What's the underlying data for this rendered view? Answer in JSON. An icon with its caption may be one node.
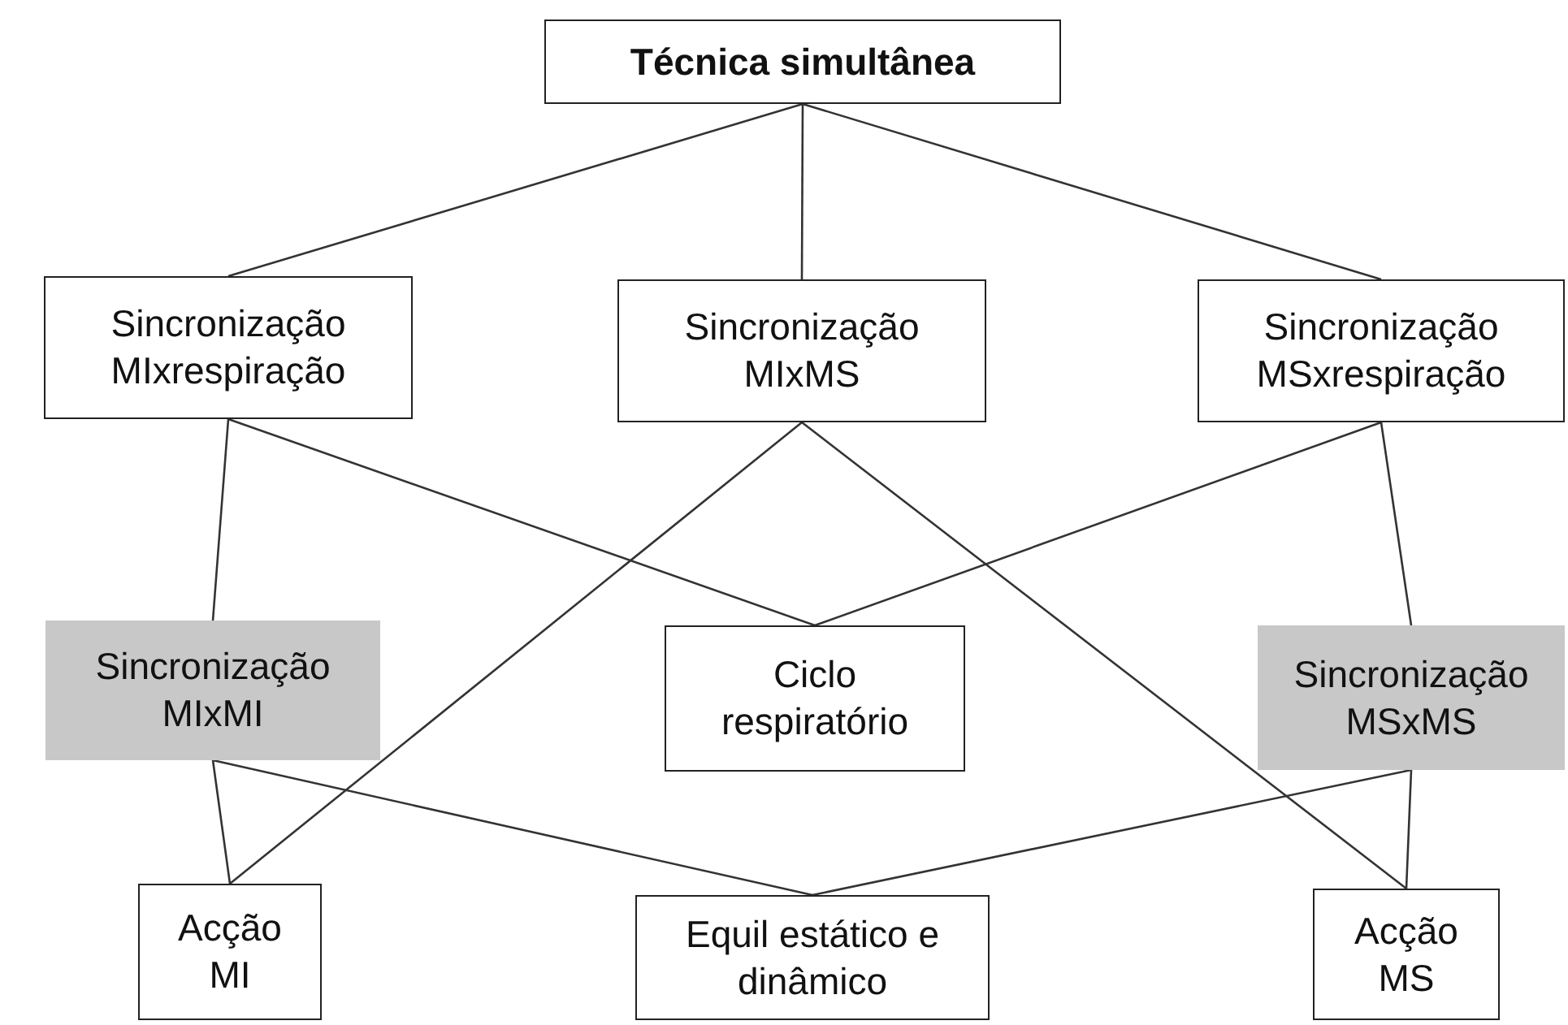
{
  "diagram": {
    "nodes": [
      {
        "text": [
          "Técnica simultânea"
        ]
      },
      {
        "text": [
          "Sincronização MIxrespiração"
        ]
      },
      {
        "text": [
          "Sincronização MIxMS"
        ]
      },
      {
        "text": [
          "Sincronização MSxrespiração"
        ]
      },
      {
        "text": [
          "Sincronização MIxMI"
        ]
      },
      {
        "text": [
          "Ciclo respiratório"
        ]
      },
      {
        "text": [
          "Sincronização MSxMS"
        ]
      },
      {
        "text": [
          "Acção MI"
        ]
      },
      {
        "text": [
          "Equil estático e dinâmico"
        ]
      },
      {
        "text": [
          "Acção MS"
        ]
      }
    ],
    "edges": [
      {
        "from": 0,
        "to": 1,
        "arrow": "none"
      },
      {
        "from": 0,
        "to": 2,
        "arrow": "none"
      },
      {
        "from": 0,
        "to": 3,
        "arrow": "none"
      },
      {
        "from": 1,
        "to": 4,
        "arrow": "none"
      },
      {
        "from": 1,
        "to": 5,
        "arrow": "none"
      },
      {
        "from": 2,
        "to": 7,
        "arrow": "none"
      },
      {
        "from": 2,
        "to": 9,
        "arrow": "none"
      },
      {
        "from": 3,
        "to": 5,
        "arrow": "none"
      },
      {
        "from": 3,
        "to": 6,
        "arrow": "none"
      },
      {
        "from": 4,
        "to": 7,
        "arrow": "none"
      },
      {
        "from": 4,
        "to": 8,
        "arrow": "none"
      },
      {
        "from": 6,
        "to": 8,
        "arrow": "none"
      },
      {
        "from": 6,
        "to": 9,
        "arrow": "none"
      }
    ]
  }
}
